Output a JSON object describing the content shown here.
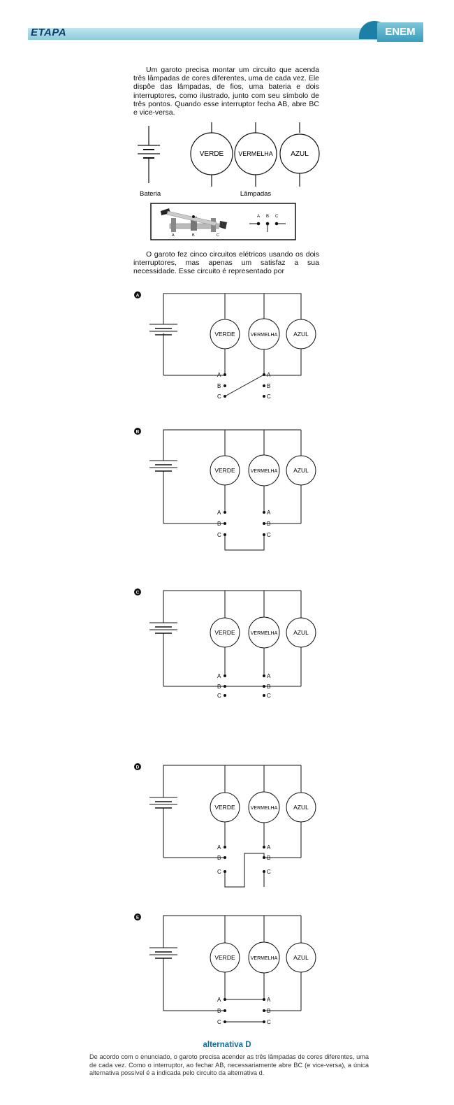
{
  "header": {
    "brand": "ETAPA",
    "tab": "ENEM"
  },
  "question": {
    "intro": "Um garoto precisa montar um circuito que acenda três lâmpadas de cores diferentes, uma de cada vez. Ele dispõe das lâmpadas, de fios, uma bateria e dois interruptores, como ilustrado, junto com seu símbolo de três pontos. Quando esse interruptor fecha AB, abre BC e vice-versa.",
    "setup_labels": {
      "battery": "Bateria",
      "lamps": "Lâmpadas"
    },
    "statement": "O garoto fez cinco circuitos elétricos usando os dois interruptores, mas apenas um satisfaz a sua necessidade. Esse circuito é representado por"
  },
  "lamps": [
    "VERDE",
    "VERMELHA",
    "AZUL"
  ],
  "switch_points": [
    "A",
    "B",
    "C"
  ],
  "options": [
    {
      "letter": "A"
    },
    {
      "letter": "B"
    },
    {
      "letter": "C"
    },
    {
      "letter": "D"
    },
    {
      "letter": "E"
    }
  ],
  "answer": {
    "title": "alternativa D",
    "explanation": "De acordo com o enunciado, o garoto precisa acender as três lâmpadas de cores diferentes, uma de cada vez. Como o interruptor, ao fechar AB, necessariamente abre BC (e vice-versa), a única alternativa possível é a indicada pelo circuito da alternativa d."
  },
  "colors": {
    "brand": "#0a3f6b",
    "header_bar": "#8ccbdc",
    "tab": "#3b9dbb",
    "answer": "#0f6b9a"
  }
}
